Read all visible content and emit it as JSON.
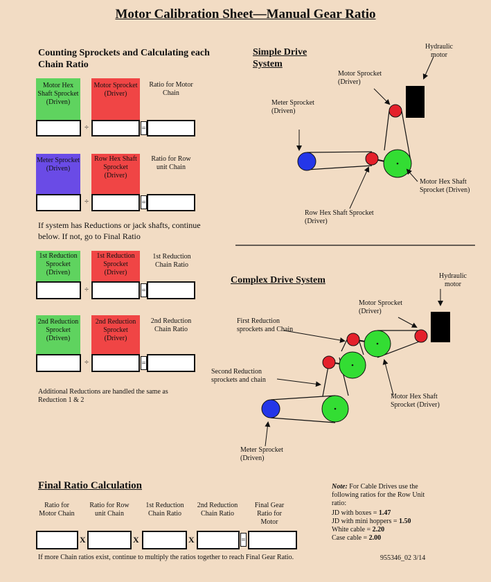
{
  "title": "Motor Calibration Sheet—Manual Gear Ratio",
  "counting": {
    "heading": "Counting Sprockets and Calculating each Chain Ratio",
    "motor_chain": {
      "driven": "Motor Hex Shaft Sprocket (Driven)",
      "driver": "Motor Sprocket (Driver)",
      "ratio": "Ratio for Motor Chain"
    },
    "row_chain": {
      "driven": "Meter Sprocket (Driven)",
      "driver": "Row Hex Shaft Sprocket (Driver)",
      "ratio": "Ratio for Row unit Chain"
    },
    "reduction_note": "If system has Reductions or jack shafts, continue below. If not, go to Final Ratio",
    "red1": {
      "driven": "1st Reduction Sprocket (Driven)",
      "driver": "1st Reduction Sprocket (Driver)",
      "ratio": "1st Reduction Chain Ratio"
    },
    "red2": {
      "driven": "2nd Reduction Sprocket (Driven)",
      "driver": "2nd Reduction Sprocket (Driver)",
      "ratio": "2nd Reduction Chain Ratio"
    },
    "additional_note": "Additional Reductions are handled the same as Reduction 1 & 2",
    "divide_symbol": "÷",
    "equals_symbol": "="
  },
  "simple": {
    "heading": "Simple Drive System",
    "hydraulic": "Hydraulic motor",
    "motor_sprocket": "Motor Sprocket (Driver)",
    "meter_sprocket": "Meter Sprocket (Driven)",
    "motor_hex": "Motor Hex Shaft Sprocket (Driven)",
    "row_hex": "Row Hex Shaft Sprocket (Driver)"
  },
  "complex": {
    "heading": "Complex Drive System",
    "hydraulic": "Hydraulic motor",
    "motor_sprocket": "Motor Sprocket (Driver)",
    "first_reduction": "First Reduction sprockets and Chain",
    "second_reduction": "Second Reduction sprockets and chain",
    "motor_hex": "Motor Hex Shaft Sprocket (Driver)",
    "meter_sprocket": "Meter Sprocket (Driven)"
  },
  "final": {
    "heading": "Final Ratio Calculation",
    "labels": [
      "Ratio for Motor Chain",
      "Ratio for Row unit Chain",
      "1st Reduction Chain Ratio",
      "2nd Reduction Chain Ratio",
      "Final Gear Ratio for Motor"
    ],
    "multiply_symbol": "X",
    "equals_symbol": "=",
    "note": "If more Chain ratios exist, continue to multiply the ratios together to reach Final Gear Ratio."
  },
  "cable": {
    "note_label": "Note:",
    "note_text": "For Cable Drives use the following ratios for the Row Unit ratio:",
    "lines": [
      {
        "label": "JD with boxes = ",
        "value": "1.47"
      },
      {
        "label": "JD with mini hoppers = ",
        "value": "1.50"
      },
      {
        "label": "White cable = ",
        "value": "2.20"
      },
      {
        "label": "Case cable = ",
        "value": "2.00"
      }
    ]
  },
  "doc_id": "955346_02 3/14",
  "colors": {
    "green": "#5fd35f",
    "red": "#f04545",
    "blue": "#3a2bea",
    "background": "#f2dcc4"
  }
}
